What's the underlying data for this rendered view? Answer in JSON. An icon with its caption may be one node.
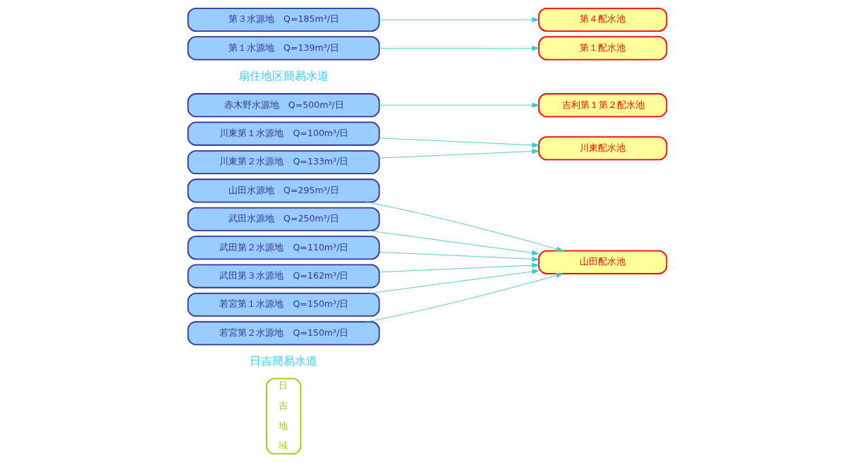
{
  "diagram": {
    "nodes": [
      {
        "text": [
          "日吉地域"
        ]
      },
      {
        "text": [
          "山田水源地　Q=295m³/日"
        ]
      },
      {
        "text": [
          "武田水源地　Q=250m³/日"
        ]
      },
      {
        "text": [
          "武田第２水源地　Q=110m³/日"
        ]
      },
      {
        "text": [
          "武田第３水源地　Q=162m³/日"
        ]
      },
      {
        "text": [
          "若宮第１水源地　Q=150m³/日"
        ]
      },
      {
        "text": [
          "若宮第２水源地　Q=150m³/日"
        ]
      },
      {
        "text": [
          "川東第１水源地　Q=100m³/日"
        ]
      },
      {
        "text": [
          "川東第２水源地　Q=133m³/日"
        ]
      },
      {
        "text": [
          "赤木野水源地　Q=500m³/日"
        ]
      },
      {
        "text": [
          "第１水源地　Q=139m³/日"
        ]
      },
      {
        "text": [
          "第３水源地　Q=185m³/日"
        ]
      },
      {
        "text": [
          "山田配水池"
        ]
      },
      {
        "text": [
          "川東配水池"
        ]
      },
      {
        "text": [
          "吉利第１第２配水池"
        ]
      },
      {
        "text": [
          "第１配水池"
        ]
      },
      {
        "text": [
          "第４配水池"
        ]
      }
    ],
    "edges": [
      {
        "from": 1,
        "to": 12,
        "arrow": "to"
      },
      {
        "from": 2,
        "to": 12,
        "arrow": "to"
      },
      {
        "from": 3,
        "to": 12,
        "arrow": "to"
      },
      {
        "from": 4,
        "to": 12,
        "arrow": "to"
      },
      {
        "from": 5,
        "to": 12,
        "arrow": "to"
      },
      {
        "from": 6,
        "to": 12,
        "arrow": "to"
      },
      {
        "from": 7,
        "to": 13,
        "arrow": "to"
      },
      {
        "from": 8,
        "to": 13,
        "arrow": "to"
      },
      {
        "from": 9,
        "to": 14,
        "arrow": "to"
      },
      {
        "from": 10,
        "to": 15,
        "arrow": "to"
      },
      {
        "from": 11,
        "to": 16,
        "arrow": "to"
      }
    ],
    "labels": [
      "日吉簡易水道",
      "扇住地区簡易水道"
    ]
  }
}
